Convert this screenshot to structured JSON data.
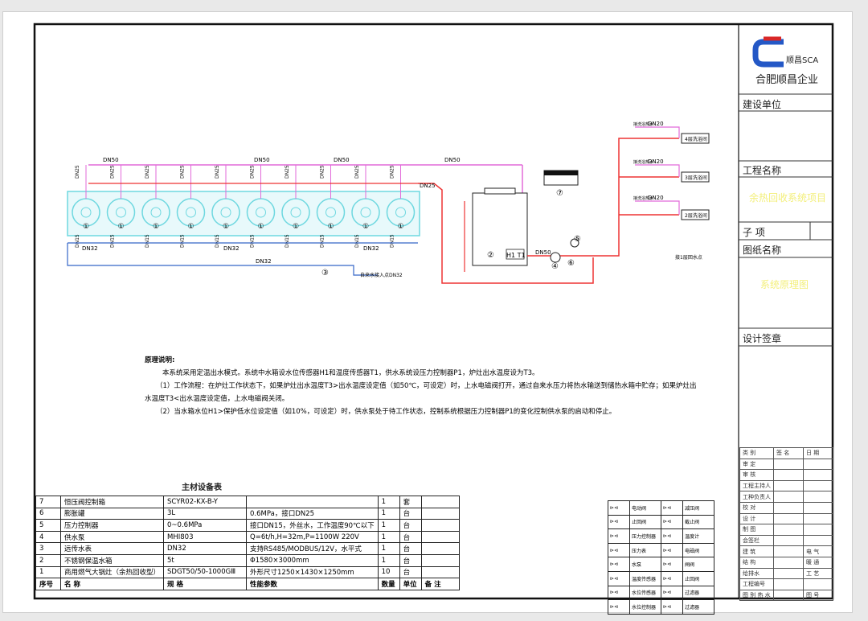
{
  "title_block": {
    "company": "合肥顺昌企业",
    "logo_text": "顺昌SCA",
    "construction_unit_label": "建设单位",
    "project_name_label": "工程名称",
    "project_name": "余热回收系统项目",
    "sub_item_label": "子 项",
    "drawing_name_label": "图纸名称",
    "drawing_name": "系统原理图",
    "design_seal_label": "设计签章"
  },
  "diagram": {
    "pipe_labels": [
      "DN50",
      "DN50",
      "DN50",
      "DN50",
      "DN25",
      "DN50",
      "DN32",
      "DN32",
      "DN32",
      "DN32",
      "DN50",
      "DN32"
    ],
    "valve_dn25": "DN25",
    "valve_dn15": "DN15",
    "inlet_label": "自来水接入点DN32",
    "return_label": "接1层回水点",
    "floors": [
      "4层洗浴间",
      "3层洗浴间",
      "2层洗浴间"
    ],
    "floor_valve": "DN20",
    "hot_water_label": "接洗浴热水",
    "tank_sensor": "H1 T1",
    "tank_number": "②",
    "callouts": [
      "①",
      "②",
      "③",
      "④",
      "⑤",
      "⑥",
      "⑦"
    ]
  },
  "notes": {
    "heading": "原理说明:",
    "line1": "本系统采用定温出水模式。系统中水箱设水位传感器H1和温度传感器T1，供水系统设压力控制器P1，炉灶出水温度设为T3。",
    "line2": "（1）工作流程：在炉灶工作状态下，如果炉灶出水温度T3>出水温度设定值（如50℃，可设定）时，上水电磁阀打开，通过自来水压力将热水输送到储热水箱中贮存；如果炉灶出",
    "line3": "水温度T3<出水温度设定值，上水电磁阀关闭。",
    "line4": "（2）当水箱水位H1>保护低水位设定值（如10%，可设定）时，供水泵处于待工作状态，控制系统根据压力控制器P1的变化控制供水泵的启动和停止。"
  },
  "equipment_table": {
    "title": "主材设备表",
    "header": [
      "序号",
      "名 称",
      "规 格",
      "性能参数",
      "数量",
      "单位",
      "备 注"
    ],
    "rows": [
      [
        "7",
        "恒压阀控制箱",
        "SCYR02-KX-B-Y",
        "",
        "1",
        "套",
        ""
      ],
      [
        "6",
        "膨胀罐",
        "3L",
        "0.6MPa，接口DN25",
        "1",
        "台",
        ""
      ],
      [
        "5",
        "压力控制器",
        "0~0.6MPa",
        "接口DN15，外丝水，工作温度90℃以下",
        "1",
        "台",
        ""
      ],
      [
        "4",
        "供水泵",
        "MHI803",
        "Q=6t/h,H=32m,P=1100W 220V",
        "1",
        "台",
        ""
      ],
      [
        "3",
        "远传水表",
        "DN32",
        "支持RS485/MODBUS/12V，水平式",
        "1",
        "台",
        ""
      ],
      [
        "2",
        "不锈钢保温水箱",
        "5t",
        "Φ1580×3000mm",
        "1",
        "台",
        ""
      ],
      [
        "1",
        "商用燃气大锅灶（余热回收型）",
        "SDGT50/50-1000GⅢ",
        "外形尺寸1250×1430×1250mm",
        "10",
        "台",
        ""
      ]
    ]
  },
  "symbol_legend": [
    [
      "电动阀",
      "减压阀"
    ],
    [
      "止回阀",
      "截止阀"
    ],
    [
      "压力控制器",
      "温度计"
    ],
    [
      "压力表",
      "电磁阀"
    ],
    [
      "水泵",
      "闸阀"
    ],
    [
      "温度传感器",
      "止回阀"
    ],
    [
      "水位传感器",
      "过滤器"
    ],
    [
      "水位控制器",
      "过滤器"
    ]
  ],
  "sign_table": {
    "header": [
      "类 别",
      "签 名",
      "日 期"
    ],
    "rows": [
      "审 定",
      "审 核",
      "工程主持人",
      "工种负责人",
      "校 对",
      "设 计",
      "制 图"
    ],
    "countersign": "会签栏",
    "cs_rows": [
      [
        "建 筑",
        "电 气"
      ],
      [
        "结 构",
        "暖 通"
      ],
      [
        "给排水",
        "工 艺"
      ]
    ],
    "drawing_no": "工程编号",
    "category": "图 别 热 水",
    "sheet_no": "图 号"
  }
}
